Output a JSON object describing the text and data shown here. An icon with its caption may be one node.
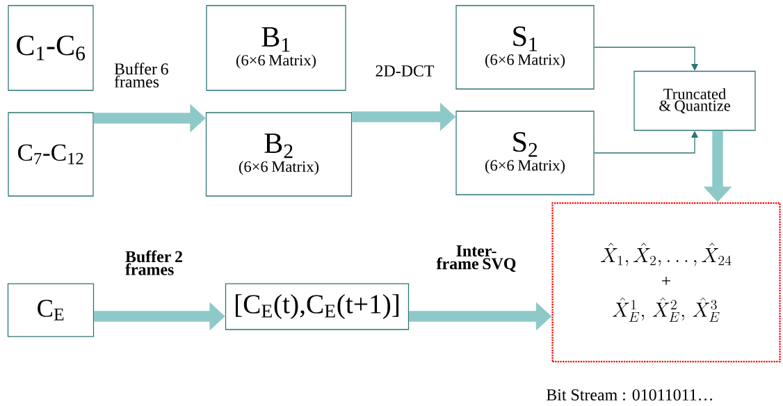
{
  "diagram": {
    "nodes": [
      {
        "text": [
          "C$_{1}$-C$_{6}$"
        ]
      },
      {
        "text": [
          "C$_{7}$-C$_{12}$"
        ]
      },
      {
        "text": [
          "B$_{1}$",
          "(6×6 Matrix)"
        ]
      },
      {
        "text": [
          "B$_{2}$",
          "(6×6 Matrix)"
        ]
      },
      {
        "text": [
          "S$_{1}$",
          "(6×6 Matrix)"
        ]
      },
      {
        "text": [
          "S$_{2}$",
          "(6×6 Matrix)"
        ]
      },
      {
        "text": [
          "Truncated & Quantize"
        ]
      },
      {
        "text": [
          "\\hat{X}_1, \\hat{X}_2, \\ldots, \\hat{X}_{24}",
          "+",
          "\\hat{X}^{1}_{E},\\ \\hat{X}^{2}_{E},\\ \\hat{X}^{3}_{E}"
        ],
        "beside": [
          "Bit Stream : 01011011…"
        ]
      },
      {
        "text": [
          "C$_{E}$"
        ]
      },
      {
        "text": [
          "[C$_{E}$(t),C$_{E}$(t+1)]"
        ]
      }
    ],
    "edges": [
      {
        "from": 1,
        "to": 3,
        "arrow": "to",
        "label": "Buffer 6 frames"
      },
      {
        "from": 3,
        "to": 5,
        "arrow": "to",
        "label": "2D-DCT"
      },
      {
        "from": 4,
        "to": 6,
        "arrow": "to",
        "color": "#2e7373"
      },
      {
        "from": 5,
        "to": 6,
        "arrow": "to",
        "color": "#2e7373"
      },
      {
        "from": 6,
        "to": 7,
        "arrow": "to"
      },
      {
        "from": 8,
        "to": 9,
        "arrow": "to",
        "label": "Buffer 2 frames"
      },
      {
        "from": 9,
        "to": 7,
        "arrow": "to",
        "label": "Inter-frame SVQ"
      }
    ]
  }
}
